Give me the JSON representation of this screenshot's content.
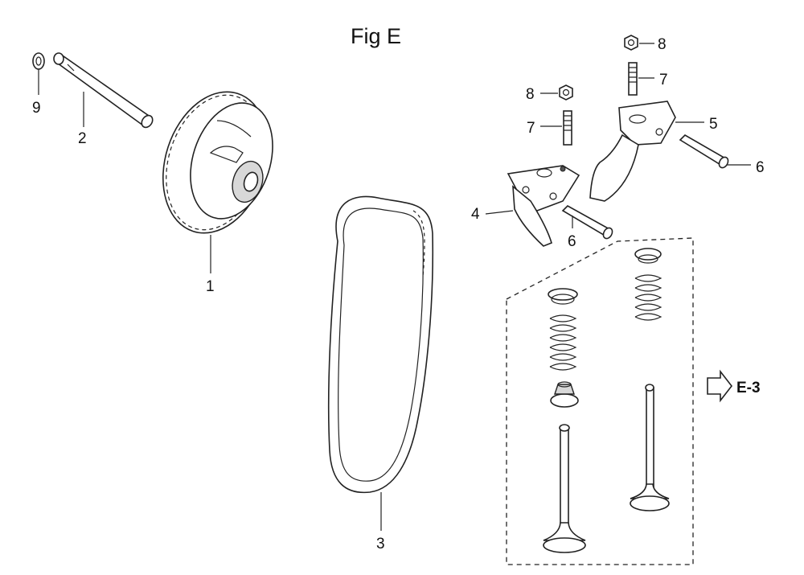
{
  "figure_title": "Fig E",
  "reference": "E-3",
  "callouts": {
    "c1": "1",
    "c2": "2",
    "c3": "3",
    "c4": "4",
    "c5": "5",
    "c6a": "6",
    "c6b": "6",
    "c7a": "7",
    "c7b": "7",
    "c8a": "8",
    "c8b": "8",
    "c9": "9"
  }
}
